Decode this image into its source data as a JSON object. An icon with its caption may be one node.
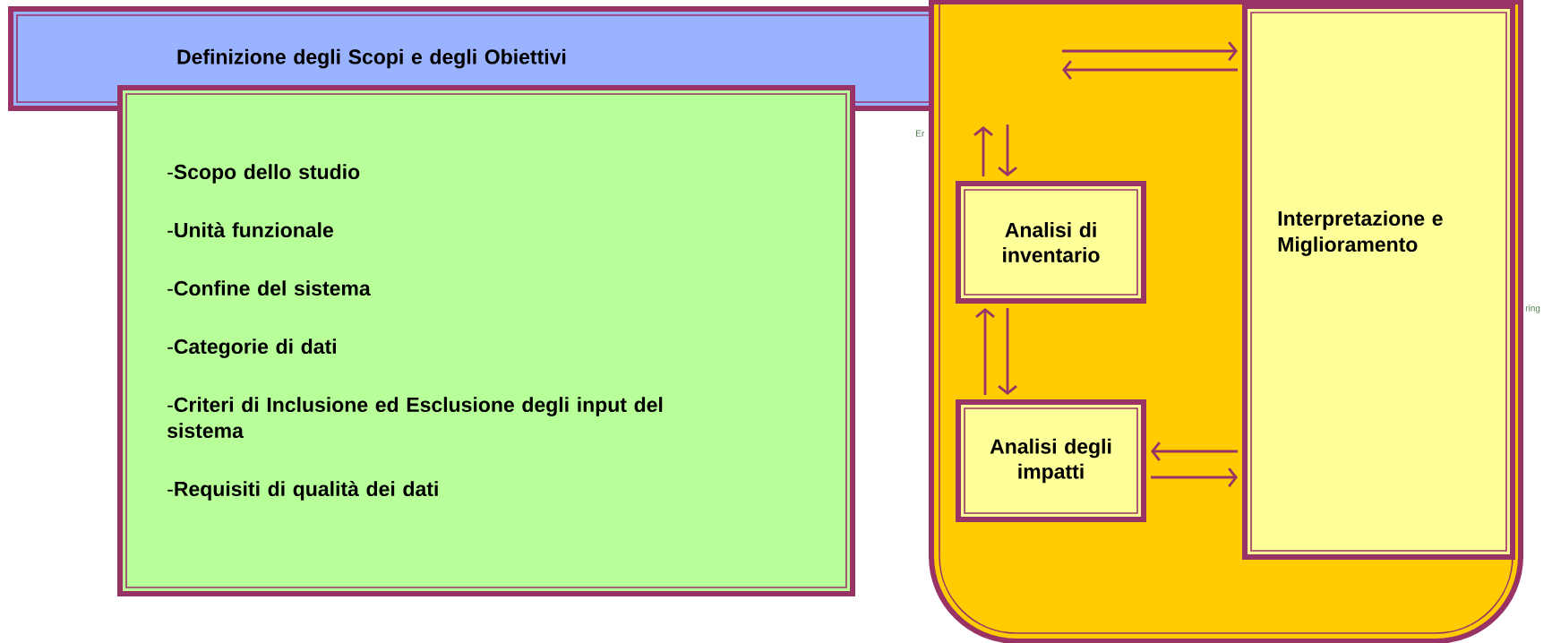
{
  "diagram": {
    "nodes": [
      {
        "text": [
          "Definizione degli Scopi e degli Obiettivi"
        ]
      },
      {
        "text": [
          "-**Scopo dello studio**",
          "-**Unità funzionale**",
          "-**Confine del sistema**",
          "-**Categorie di dati**",
          "-**Criteri di Inclusione ed Esclusione degli input del sistema**",
          "-**Requisiti di qualità dei dati**"
        ]
      },
      {
        "text": [],
        "shape": "box"
      },
      {
        "text": [
          "Analisi di inventario"
        ],
        "in": 2
      },
      {
        "text": [
          "Analisi degli impatti"
        ],
        "in": 2
      },
      {
        "text": [
          "Interpretazione e Miglioramento"
        ],
        "in": 2
      }
    ],
    "edges": [
      {
        "from": null,
        "to": 5,
        "arrow": "to"
      },
      {
        "from": 5,
        "to": null,
        "arrow": "to"
      },
      {
        "from": 3,
        "to": null,
        "arrow": "to"
      },
      {
        "from": null,
        "to": 3,
        "arrow": "to"
      },
      {
        "from": 4,
        "to": 3,
        "arrow": "to"
      },
      {
        "from": 3,
        "to": 4,
        "arrow": "to"
      },
      {
        "from": 5,
        "to": 4,
        "arrow": "to"
      },
      {
        "from": 4,
        "to": 5,
        "arrow": "to"
      }
    ],
    "labels": [
      "Er",
      "ring"
    ]
  }
}
